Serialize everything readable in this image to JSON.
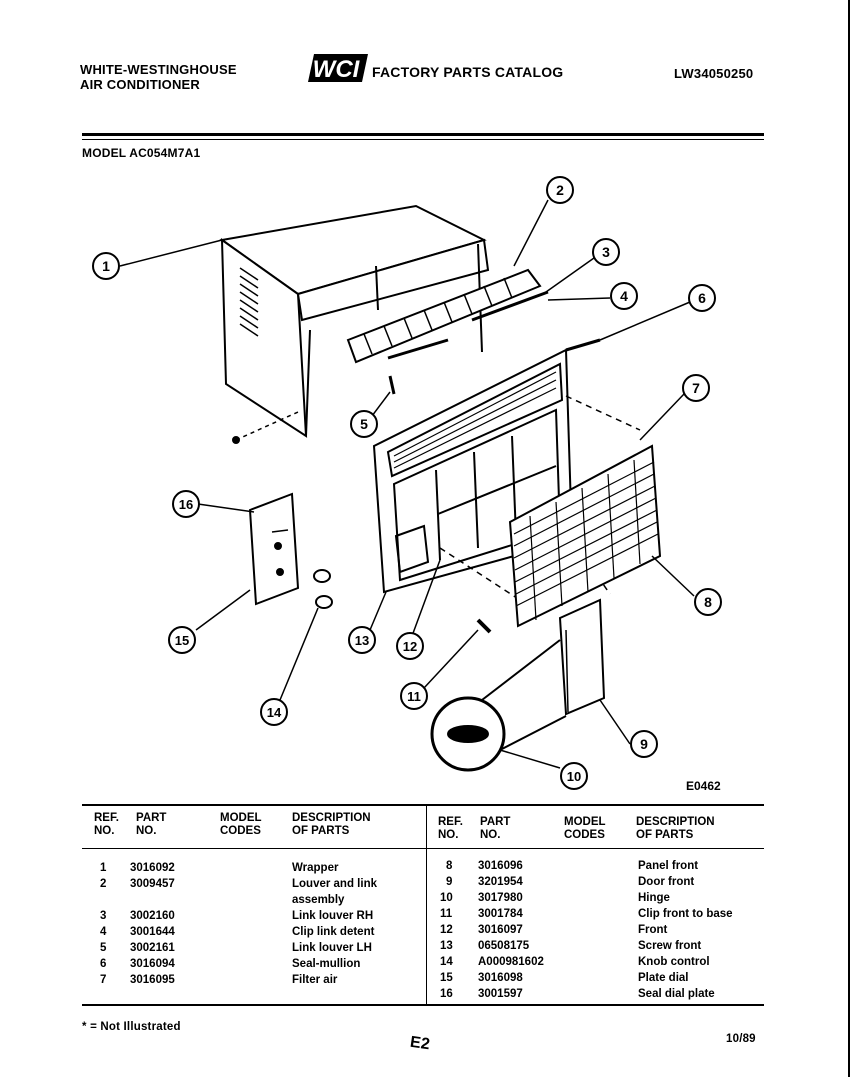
{
  "header": {
    "brand_line1": "WHITE-WESTINGHOUSE",
    "brand_line2": "AIR CONDITIONER",
    "logo": "WCI",
    "catalog_title": "FACTORY PARTS CATALOG",
    "catalog_number": "LW34050250",
    "model_label": "MODEL AC054M7A1"
  },
  "diagram": {
    "code": "E0462",
    "callouts": [
      "1",
      "2",
      "3",
      "4",
      "5",
      "6",
      "7",
      "8",
      "9",
      "10",
      "11",
      "12",
      "13",
      "14",
      "15",
      "16"
    ]
  },
  "table": {
    "headers": {
      "ref": [
        "REF.",
        "NO."
      ],
      "part": [
        "PART",
        "NO."
      ],
      "model": [
        "MODEL",
        "CODES"
      ],
      "desc": [
        "DESCRIPTION",
        "OF PARTS"
      ]
    },
    "left": [
      {
        "ref": "1",
        "part": "3016092",
        "desc": "Wrapper"
      },
      {
        "ref": "2",
        "part": "3009457",
        "desc": "Louver and link assembly"
      },
      {
        "ref": "3",
        "part": "3002160",
        "desc": "Link louver RH"
      },
      {
        "ref": "4",
        "part": "3001644",
        "desc": "Clip link detent"
      },
      {
        "ref": "5",
        "part": "3002161",
        "desc": "Link louver LH"
      },
      {
        "ref": "6",
        "part": "3016094",
        "desc": "Seal-mullion"
      },
      {
        "ref": "7",
        "part": "3016095",
        "desc": "Filter air"
      }
    ],
    "right": [
      {
        "ref": "8",
        "part": "3016096",
        "desc": "Panel front"
      },
      {
        "ref": "9",
        "part": "3201954",
        "desc": "Door front"
      },
      {
        "ref": "10",
        "part": "3017980",
        "desc": "Hinge"
      },
      {
        "ref": "11",
        "part": "3001784",
        "desc": "Clip front to base"
      },
      {
        "ref": "12",
        "part": "3016097",
        "desc": "Front"
      },
      {
        "ref": "13",
        "part": "06508175",
        "desc": "Screw front"
      },
      {
        "ref": "14",
        "part": "A000981602",
        "desc": "Knob control"
      },
      {
        "ref": "15",
        "part": "3016098",
        "desc": "Plate dial"
      },
      {
        "ref": "16",
        "part": "3001597",
        "desc": "Seal dial plate"
      }
    ]
  },
  "footer": {
    "note": "* = Not Illustrated",
    "page": "E2",
    "date": "10/89"
  }
}
